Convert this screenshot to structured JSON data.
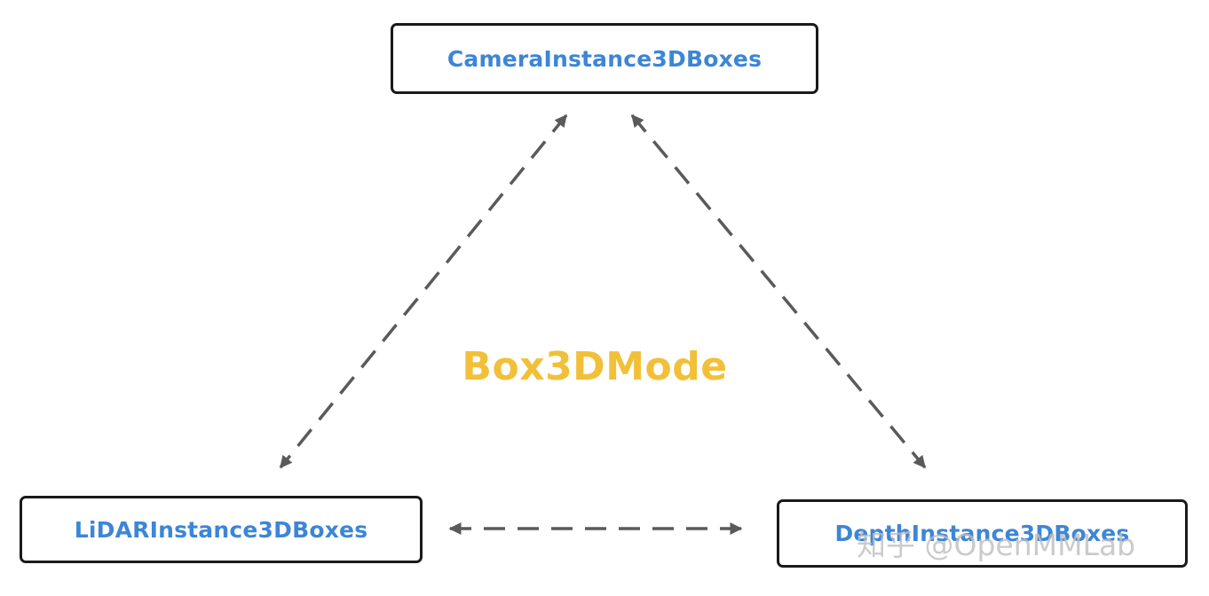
{
  "diagram": {
    "nodes": {
      "camera": {
        "label": "CameraInstance3DBoxes"
      },
      "lidar": {
        "label": "LiDARInstance3DBoxes"
      },
      "depth": {
        "label": "DepthInstance3DBoxes"
      }
    },
    "center_label": "Box3DMode",
    "edges": [
      {
        "from": "camera",
        "to": "lidar",
        "style": "dashed",
        "bidirectional": true
      },
      {
        "from": "camera",
        "to": "depth",
        "style": "dashed",
        "bidirectional": true
      },
      {
        "from": "lidar",
        "to": "depth",
        "style": "dashed",
        "bidirectional": true
      }
    ],
    "colors": {
      "node_text": "#3d86d6",
      "node_border": "#1a1a1a",
      "center_label": "#f2c038",
      "arrow": "#5a5a5a"
    }
  },
  "watermark": "知乎 @OpenMMLab"
}
